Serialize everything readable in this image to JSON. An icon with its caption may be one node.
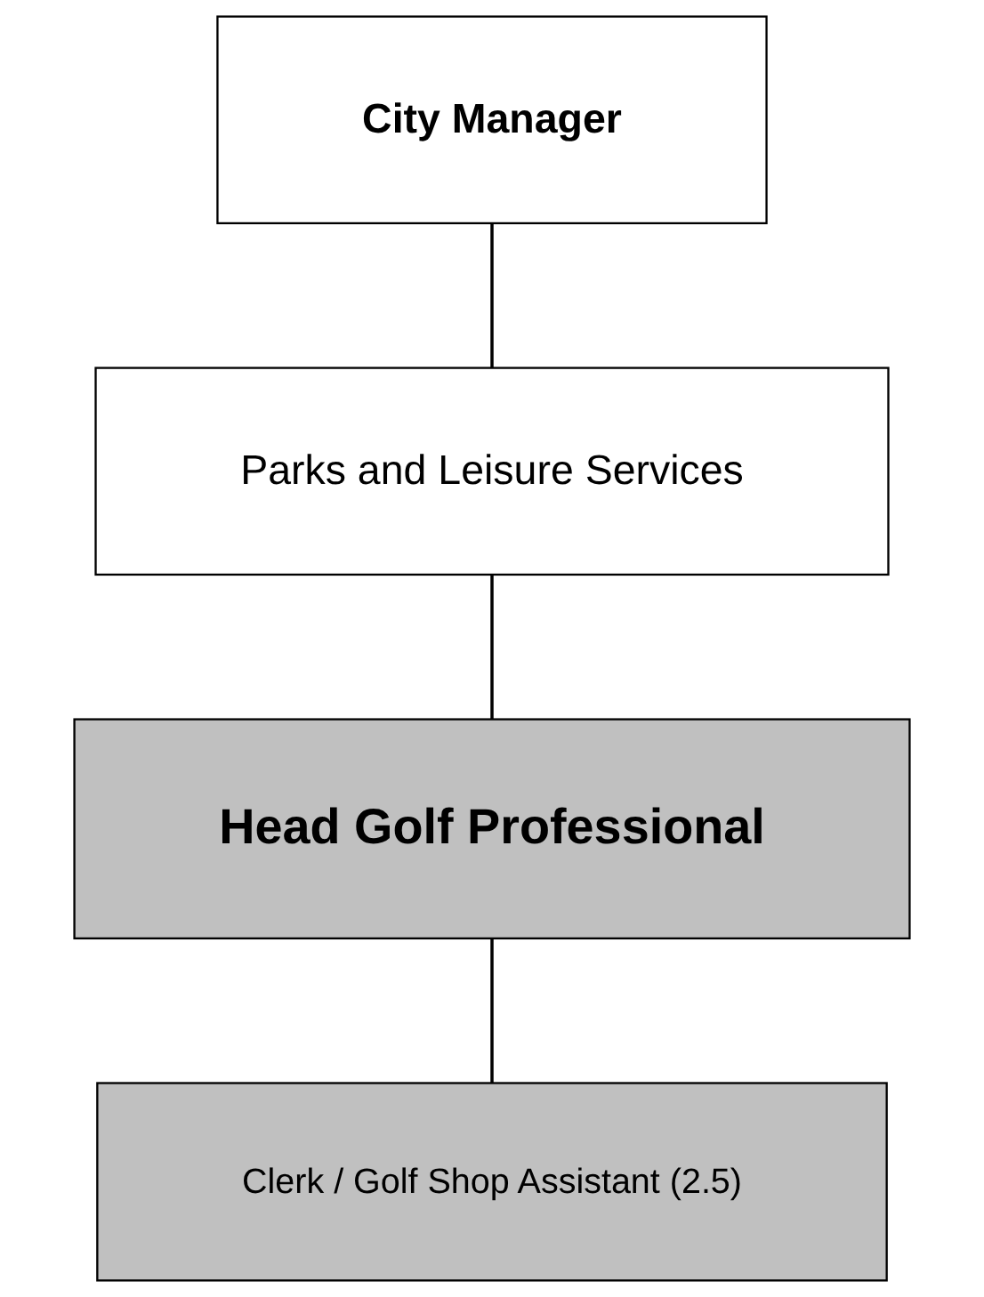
{
  "diagram": {
    "nodes": [
      {
        "text": [
          "City Manager"
        ]
      },
      {
        "text": [
          "Parks and Leisure Services"
        ]
      },
      {
        "text": [
          "Head Golf Professional"
        ]
      },
      {
        "text": [
          "Clerk / Golf Shop Assistant (2.5)"
        ]
      }
    ],
    "edges": [
      {
        "from": 0,
        "to": 1,
        "arrow": "none"
      },
      {
        "from": 1,
        "to": 2,
        "arrow": "none"
      },
      {
        "from": 2,
        "to": 3,
        "arrow": "none"
      }
    ]
  }
}
